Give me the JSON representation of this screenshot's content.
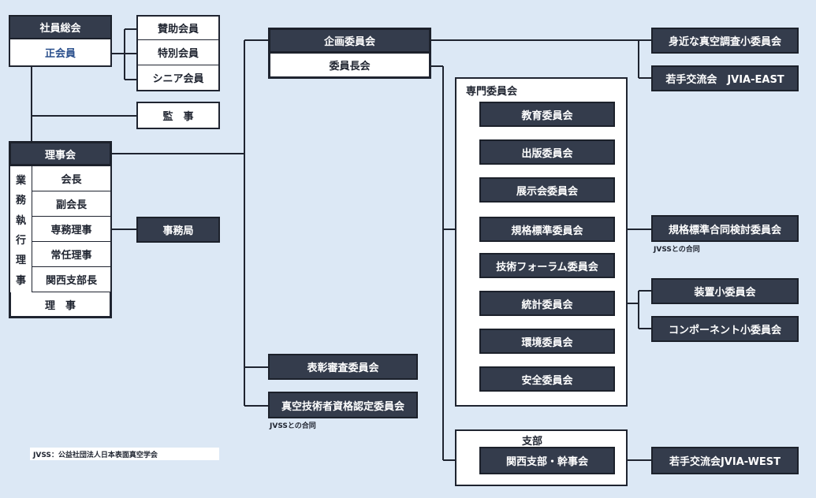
{
  "members": {
    "general_meeting": "社員総会",
    "regular_member": "正会員",
    "supporting_member": "賛助会員",
    "special_member": "特別会員",
    "senior_member": "シニア会員",
    "auditor": "監　事"
  },
  "board": {
    "title": "理事会",
    "executive_label": [
      "業",
      "務",
      "執",
      "行",
      "理",
      "事"
    ],
    "president": "会長",
    "vice_president": "副会長",
    "managing_director": "専務理事",
    "standing_director": "常任理事",
    "kansai_branch_head": "関西支部長",
    "directors": "理　事",
    "secretariat": "事務局"
  },
  "planning": {
    "committee": "企画委員会",
    "chairs_meeting": "委員長会",
    "vacuum_subcommittee": "身近な真空調査小委員会",
    "young_east": "若手交流会　JVIA-EAST"
  },
  "specialized": {
    "title": "専門委員会",
    "items": [
      "教育委員会",
      "出版委員会",
      "展示会委員会",
      "規格標準委員会",
      "技術フォーラム委員会",
      "統計委員会",
      "環境委員会",
      "安全委員会"
    ],
    "standards_joint": "規格標準合同検討委員会",
    "device_subcommittee": "装置小委員会",
    "component_subcommittee": "コンポーネント小委員会"
  },
  "other_committees": {
    "awards": "表彰審査委員会",
    "certification": "真空技術者資格認定委員会"
  },
  "branch": {
    "title": "支部",
    "kansai": "関西支部・幹事会",
    "young_west": "若手交流会JVIA-WEST"
  },
  "notes": {
    "jvss_joint_1": "JVSSとの合同",
    "jvss_joint_2": "JVSSとの合同",
    "jvss_definition": "JVSS：公益社団法人日本表面真空学会"
  }
}
